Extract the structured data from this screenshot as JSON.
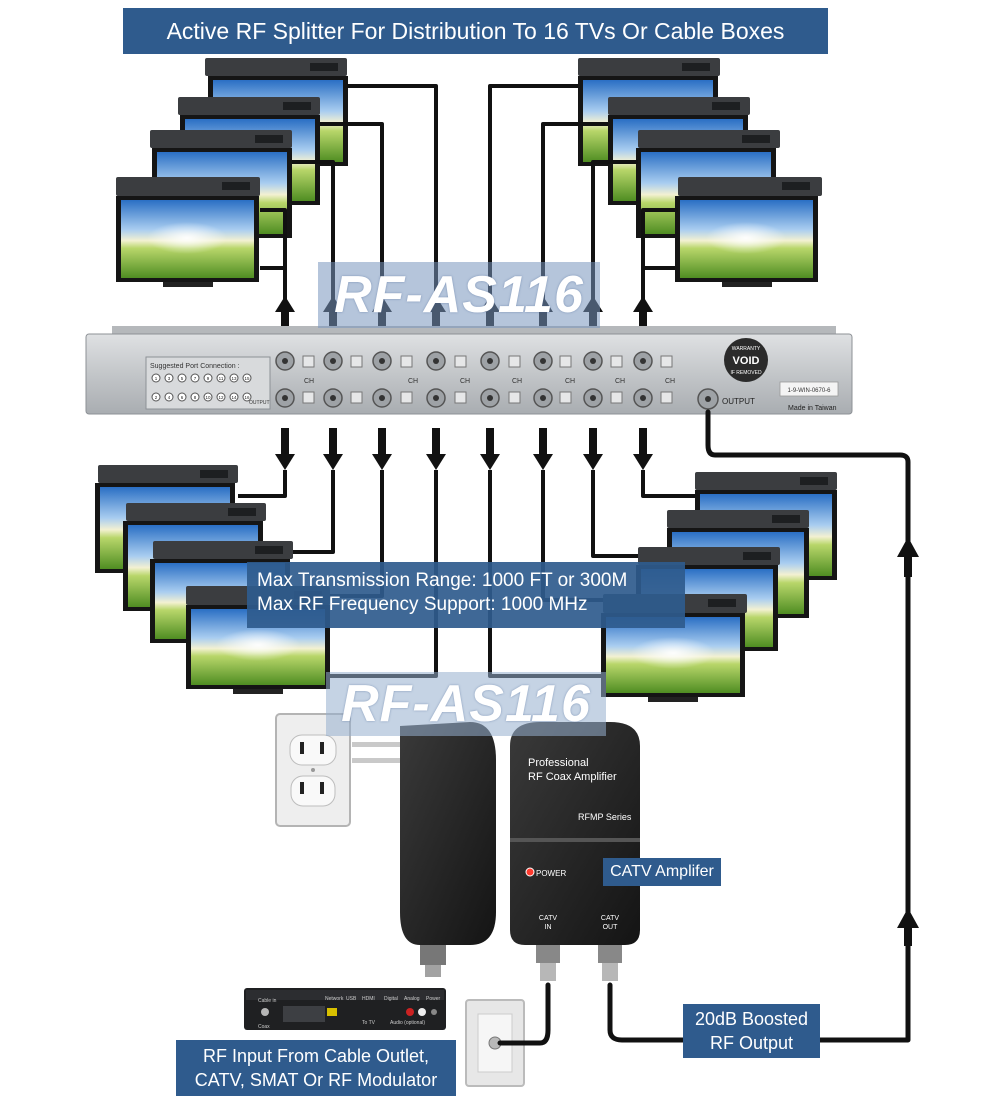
{
  "title": "Active RF Splitter For Distribution To 16 TVs Or Cable Boxes",
  "model_watermark": "RF-AS116",
  "specs": {
    "line1": "Max Transmission Range: 1000 FT or 300M",
    "line2": "Max RF Frequency Support: 1000 MHz"
  },
  "splitter": {
    "suggested_label": "Suggested Port Connection :",
    "port_numbers_top": [
      "1",
      "3",
      "5",
      "7",
      "9",
      "11",
      "13",
      "15"
    ],
    "port_numbers_bottom": [
      "2",
      "4",
      "6",
      "8",
      "10",
      "12",
      "14",
      "16"
    ],
    "output_small": "OUTPUT",
    "ch_label": "CH",
    "output_label": "OUTPUT",
    "warranty_top": "WARRANTY",
    "warranty_void": "VOID",
    "warranty_bottom": "IF REMOVED",
    "serial": "1-9-WIN-0670-6",
    "made_in": "Made in Taiwan"
  },
  "amplifier": {
    "title_line1": "Professional",
    "title_line2": "RF Coax Amplifier",
    "series": "RFMP Series",
    "power": "POWER",
    "in_line1": "CATV",
    "in_line2": "IN",
    "out_line1": "CATV",
    "out_line2": "OUT",
    "callout": "CATV Amplifer"
  },
  "boost_label": {
    "line1": "20dB Boosted",
    "line2": "RF Output"
  },
  "input_label": {
    "line1": "RF Input From Cable Outlet,",
    "line2": "CATV, SMAT Or RF Modulator"
  },
  "source_device": {
    "labels": [
      "Cable in",
      "Coax",
      "Network",
      "USB",
      "HDMI",
      "To TV",
      "Digital",
      "Analog",
      "Audio (optional)",
      "Power"
    ]
  },
  "colors": {
    "banner_blue": "#2f5b8d",
    "cable_black": "#111111",
    "chassis_grey": "#c7c9cb"
  }
}
